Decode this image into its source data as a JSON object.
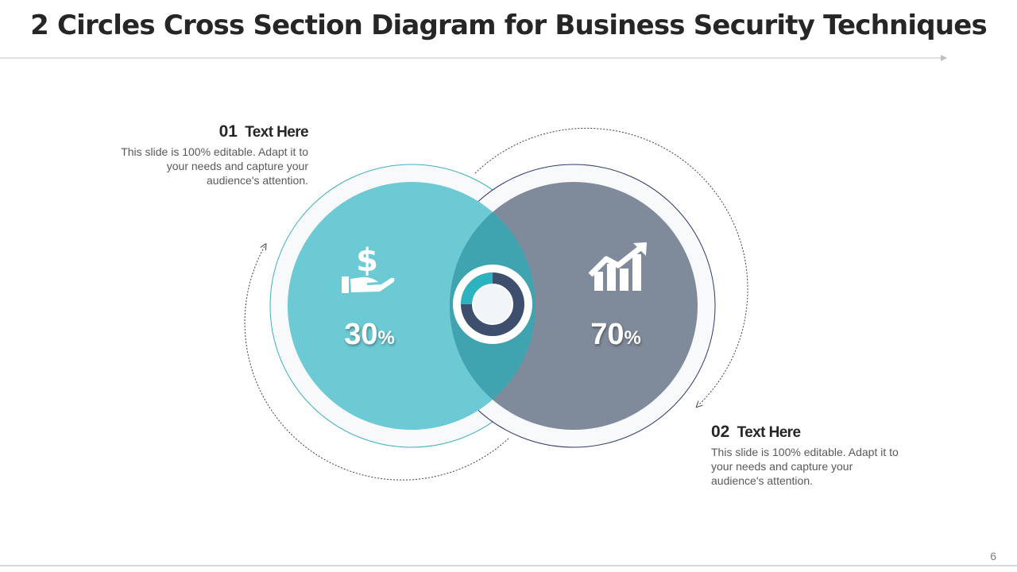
{
  "title": "2 Circles Cross Section Diagram for Business Security Techniques",
  "items": [
    {
      "number": "01",
      "heading": "Text Here",
      "body": "This slide is 100% editable. Adapt it to your needs and capture your audience's attention.",
      "value": "30",
      "unit": "%",
      "icon": "dollar-hand-icon",
      "color": "#6ccad4"
    },
    {
      "number": "02",
      "heading": "Text Here",
      "body": "This slide is 100% editable. Adapt it to your needs and capture your audience's attention.",
      "value": "70",
      "unit": "%",
      "icon": "growth-chart-icon",
      "color": "#7f8a9a"
    }
  ],
  "overlap_color": "#3fa4b0",
  "center_icon": "donut-chart-icon",
  "page_number": "6"
}
